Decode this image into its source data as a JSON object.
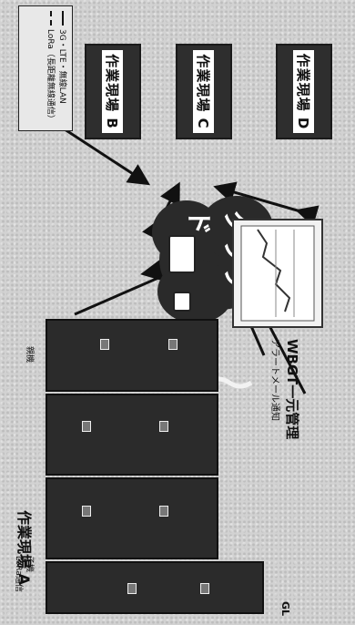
{
  "legend": {
    "line1": "3G・LTE・無線LAN",
    "line2": "LoRa（長距離無線通信）"
  },
  "sites": {
    "site_b": "作業現場 B",
    "site_c": "作業現場 C",
    "site_d": "作業現場 D",
    "site_a": "作業現場 A"
  },
  "cloud_label": "クラウド",
  "wbgt": {
    "title": "WBGT一元管理",
    "subtitle": "アラートメール通知"
  },
  "site_a_parts": {
    "parent_label": "親機",
    "child_label": "子機",
    "child_note": "LoRa通信",
    "ground_label": "GL"
  },
  "colors": {
    "dark": "#2e2e2e",
    "background": "#d2d2d2"
  }
}
